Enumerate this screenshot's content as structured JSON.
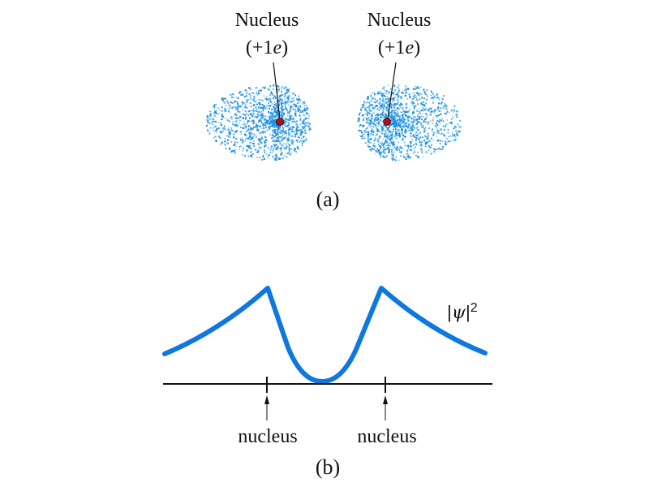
{
  "figure": {
    "panel_a": {
      "label": "(a)",
      "nucleus_left": {
        "name": "Nucleus",
        "charge_prefix": "(+1",
        "charge_unit": "e",
        "charge_suffix": ")"
      },
      "nucleus_right": {
        "name": "Nucleus",
        "charge_prefix": "(+1",
        "charge_unit": "e",
        "charge_suffix": ")"
      }
    },
    "panel_b": {
      "label": "(b)",
      "curve_label_prefix": "|",
      "curve_label_psi": "ψ",
      "curve_label_suffix": "|",
      "curve_label_exp": "2",
      "nucleus_left_label": "nucleus",
      "nucleus_right_label": "nucleus"
    }
  },
  "colors": {
    "cloud": "#1a8fe0",
    "curve": "#0f78de",
    "nucleus_dot": "#b0101b",
    "ink": "#111111"
  }
}
